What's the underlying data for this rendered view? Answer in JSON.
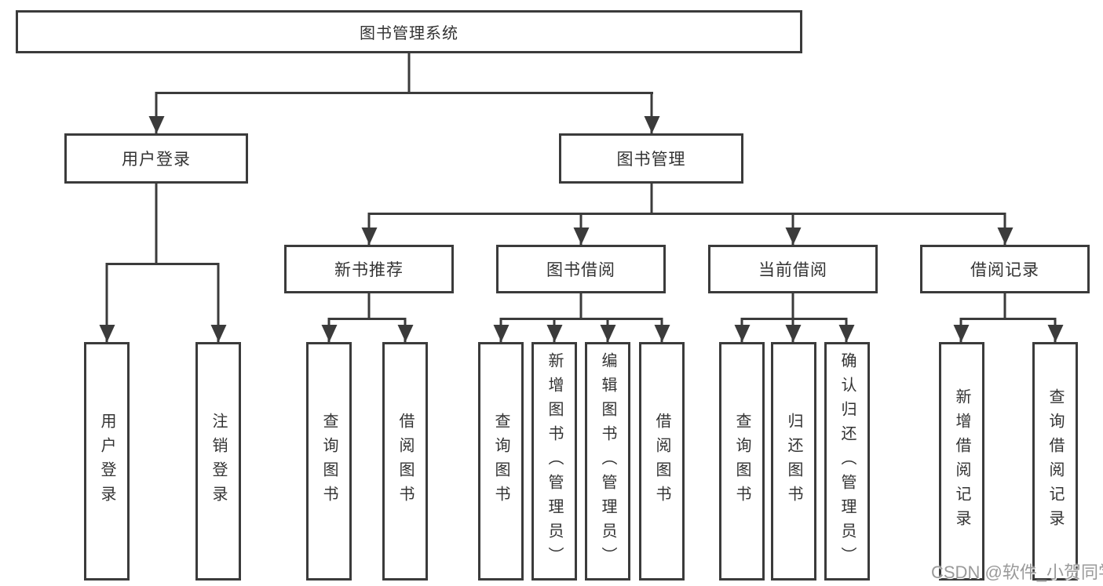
{
  "title": "图书管理系统",
  "colors": {
    "line": "#3b3b3b",
    "text": "#333333",
    "watermark": "#9a9a9a",
    "background": "#ffffff"
  },
  "watermark": {
    "text": "CSDN @软件_小贺同学"
  },
  "tree": {
    "root": {
      "label": "图书管理系统"
    },
    "level2": [
      {
        "label": "用户登录",
        "children": [
          {
            "label": "用户登录"
          },
          {
            "label": "注销登录"
          }
        ]
      },
      {
        "label": "图书管理"
      }
    ],
    "level3": [
      {
        "label": "新书推荐",
        "children": [
          {
            "label": "查询图书"
          },
          {
            "label": "借阅图书"
          }
        ]
      },
      {
        "label": "图书借阅",
        "children": [
          {
            "label": "查询图书"
          },
          {
            "label": "新增图书（管理员）"
          },
          {
            "label": "编辑图书（管理员）"
          },
          {
            "label": "借阅图书"
          }
        ]
      },
      {
        "label": "当前借阅",
        "children": [
          {
            "label": "查询图书"
          },
          {
            "label": "归还图书"
          },
          {
            "label": "确认归还（管理员）"
          }
        ]
      },
      {
        "label": "借阅记录",
        "children": [
          {
            "label": "新增借阅记录"
          },
          {
            "label": "查询借阅记录"
          }
        ]
      }
    ]
  }
}
